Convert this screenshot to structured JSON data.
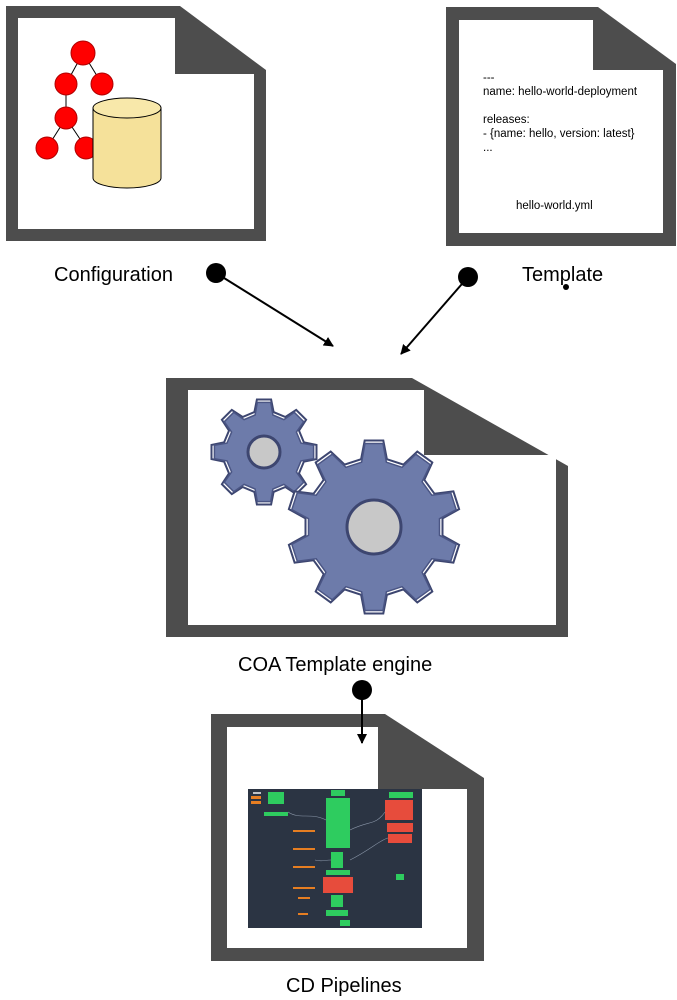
{
  "nodes": {
    "configuration": {
      "label": "Configuration"
    },
    "template": {
      "label": "Template",
      "content_lines": [
        "---",
        "name: hello-world-deployment",
        "",
        "releases:",
        "- {name: hello, version: latest}",
        "..."
      ],
      "filename": "hello-world.yml"
    },
    "engine": {
      "label": "COA Template engine"
    },
    "pipelines": {
      "label": "CD Pipelines"
    }
  },
  "edges": [
    {
      "from": "configuration",
      "to": "engine"
    },
    {
      "from": "template",
      "to": "engine"
    },
    {
      "from": "engine",
      "to": "pipelines"
    }
  ],
  "colors": {
    "document_border": "#4d4d4d",
    "tree_nodes": "#ff0000",
    "database": "#f5e19a",
    "gear": "#6d7baa",
    "gear_center": "#c8c8c8",
    "pipeline_bg": "#2b3443",
    "pipeline_ok": "#2ecc5f",
    "pipeline_fail": "#e74c3c"
  }
}
